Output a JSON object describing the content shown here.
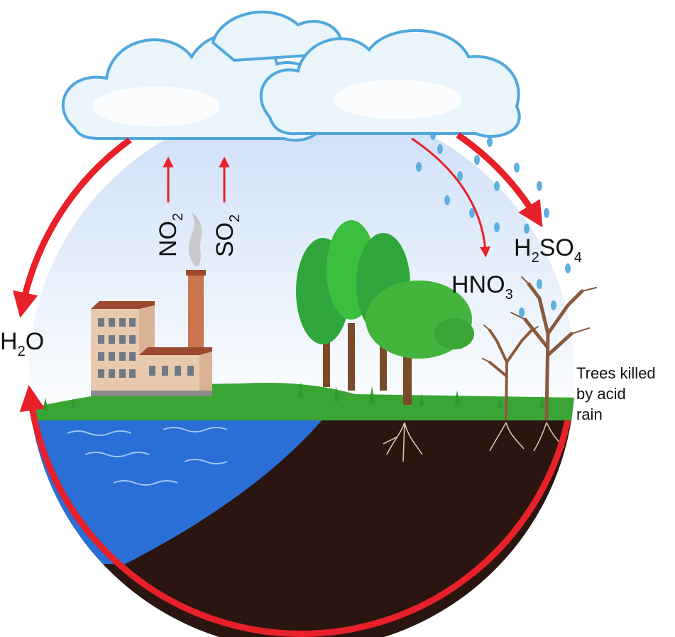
{
  "labels": {
    "water_vapor": {
      "base": "H",
      "sub": "2",
      "tail": "O"
    },
    "nitrogen_dioxide": {
      "base": "NO",
      "sub": "2"
    },
    "sulfur_dioxide": {
      "base": "SO",
      "sub": "2"
    },
    "nitric_acid": {
      "base": "HNO",
      "sub": "3"
    },
    "sulfuric_acid": {
      "base": "H",
      "sub1": "2",
      "mid": "SO",
      "sub2": "4"
    },
    "trees_note": {
      "line1": "Trees killed",
      "line2": "by acid",
      "line3": "rain"
    }
  },
  "colors": {
    "cycle_arrow": "#e8202a",
    "cloud_fill": "#e9f4fb",
    "cloud_outline": "#4fa7dc",
    "sky_top": "#c9dcf6",
    "sky_bottom": "#ffffff",
    "water": "#2a6fd6",
    "soil": "#2a1510",
    "grass": "#3aa535",
    "tree_green": "#2fa63c",
    "factory_wall": "#e8c9ad",
    "factory_roof": "#9b4a2e",
    "chimney": "#c9734f",
    "rain_drop": "#5fb0e0",
    "dead_tree": "#8b5a3c"
  },
  "icons": [
    "cloud-icon",
    "factory-icon",
    "smoke-icon",
    "tree-icon",
    "dead-tree-icon",
    "raindrop-icon",
    "root-icon",
    "water-wave-icon"
  ]
}
